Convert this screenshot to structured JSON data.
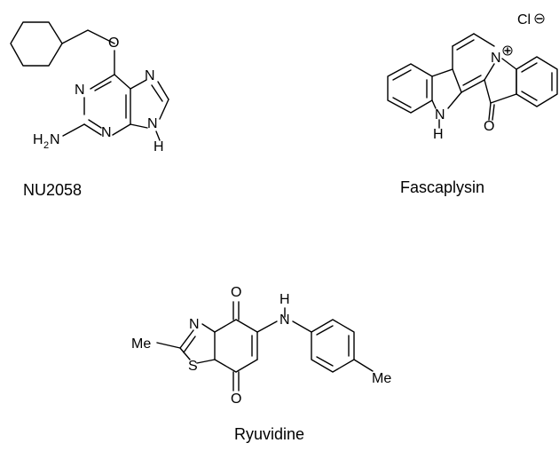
{
  "molecules": {
    "nu2058": {
      "name": "NU2058",
      "atoms": {
        "o": "O",
        "n_top": "N",
        "n_left": "N",
        "n_mid": "N",
        "n_right": "N",
        "h": "H",
        "h2n": "H",
        "h2n_sub": "2",
        "h2n_n": "N"
      }
    },
    "fascaplysin": {
      "name": "Fascaplysin",
      "atoms": {
        "n_plus": "N",
        "nh_n": "N",
        "nh_h": "H",
        "o": "O",
        "cl": "Cl"
      }
    },
    "ryuvidine": {
      "name": "Ryuvidine",
      "atoms": {
        "me_left": "Me",
        "n": "N",
        "s": "S",
        "o_top": "O",
        "o_bottom": "O",
        "nh_h": "H",
        "nh_n": "N",
        "me_right": "Me"
      }
    }
  }
}
